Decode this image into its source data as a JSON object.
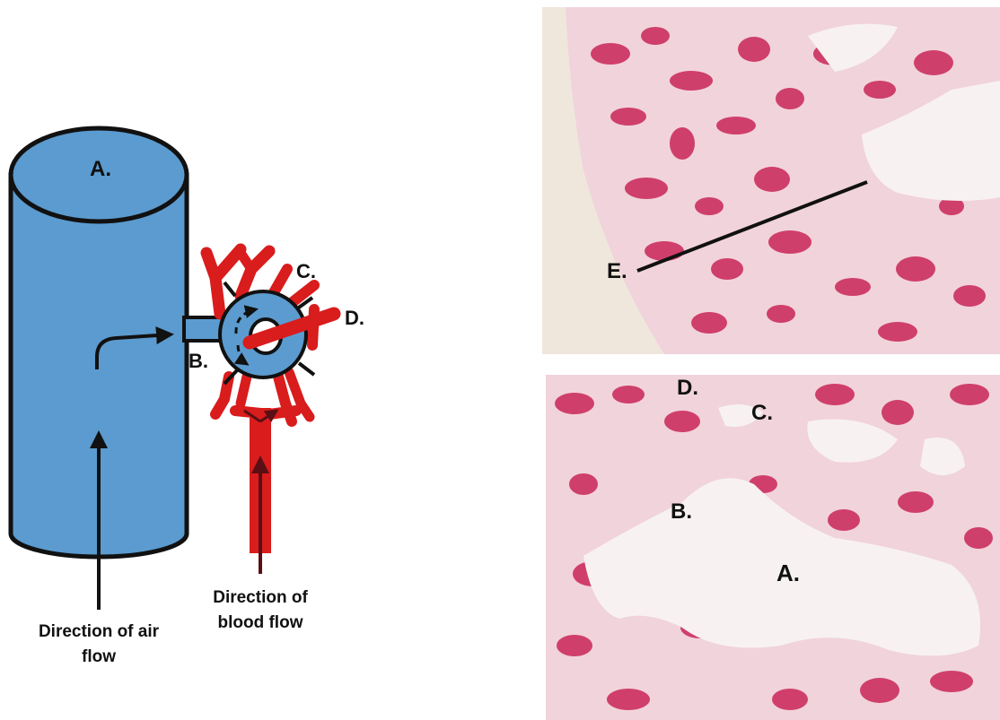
{
  "colors": {
    "airway_blue": "#5b9bcf",
    "outline": "#111111",
    "blood_red": "#d91c1c",
    "blood_arrow": "#5a0f14",
    "tissue_pink": "#cc2f5f",
    "tissue_light": "#f3dde2",
    "lumen": "#f7f2f1"
  },
  "diagram": {
    "label_a": "A.",
    "label_b": "B.",
    "label_c": "C.",
    "label_d": "D.",
    "air_flow_caption_line1": "Direction of air",
    "air_flow_caption_line2": "flow",
    "blood_flow_caption_line1": "Direction of",
    "blood_flow_caption_line2": "blood flow"
  },
  "micrograph_top": {
    "label_e": "E."
  },
  "micrograph_bottom": {
    "label_d": "D.",
    "label_c": "C.",
    "label_b": "B.",
    "label_a": "A."
  }
}
